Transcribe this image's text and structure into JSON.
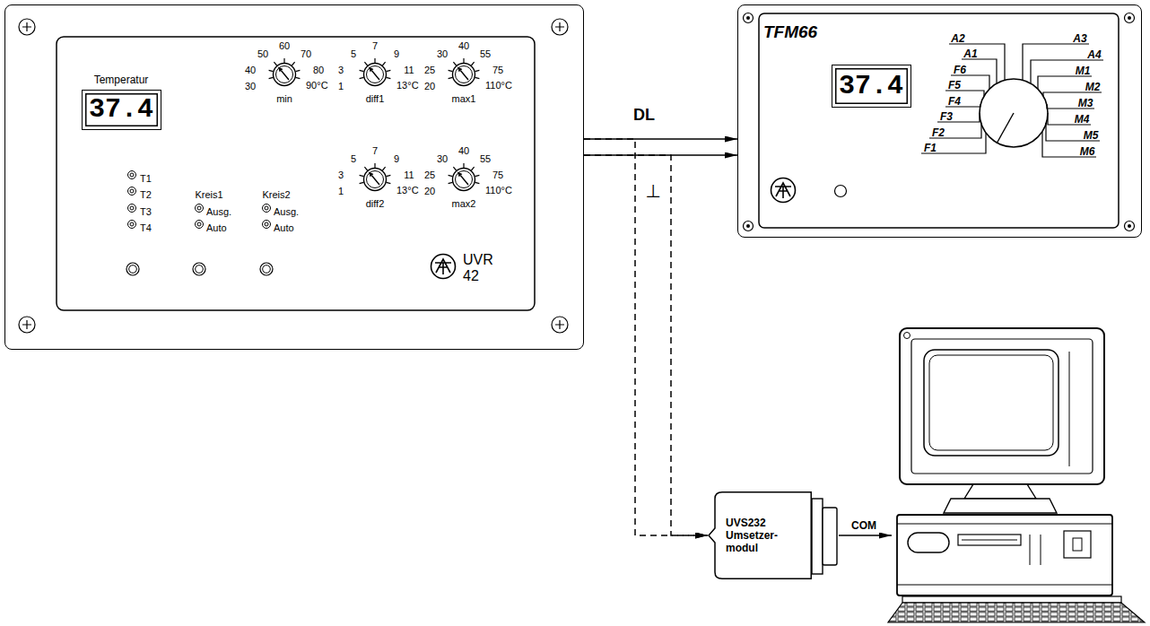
{
  "diagram": {
    "nodes": [
      {
        "text": [
          "UVR 42"
        ]
      },
      {
        "text": [
          "Temperatur",
          "37.4"
        ],
        "in": 0
      },
      {
        "text": [
          "TFM66"
        ]
      },
      {
        "text": [
          "37.4"
        ],
        "in": 2
      },
      {
        "text": [
          "UVS232 Umsetzer- modul"
        ]
      }
    ],
    "edges": [
      {
        "from": 0,
        "to": 2,
        "label": "DL",
        "arrow": "to"
      },
      {
        "from": 0,
        "to": 2,
        "arrow": "to"
      },
      {
        "from": 0,
        "to": 4,
        "arrow": "to"
      },
      {
        "from": 0,
        "to": 4,
        "arrow": "to"
      }
    ],
    "labels": [
      "30",
      "40",
      "50",
      "60",
      "70",
      "80",
      "90°C",
      "min",
      "1",
      "3",
      "5",
      "7",
      "9",
      "11",
      "13°C",
      "diff1",
      "20",
      "25",
      "30",
      "40",
      "55",
      "75",
      "110°C",
      "max1",
      "1",
      "3",
      "5",
      "7",
      "9",
      "11",
      "13°C",
      "diff2",
      "20",
      "25",
      "30",
      "40",
      "55",
      "75",
      "110°C",
      "max2",
      "T1",
      "T2",
      "T3",
      "T4",
      "Kreis1",
      "Ausg.",
      "Auto",
      "Kreis2",
      "Ausg.",
      "Auto",
      "⊥",
      "COM",
      "A2",
      "A1",
      "F6",
      "F5",
      "F4",
      "F3",
      "F2",
      "F1",
      "A3",
      "A4",
      "M1",
      "M2",
      "M3",
      "M4",
      "M5",
      "M6"
    ]
  }
}
